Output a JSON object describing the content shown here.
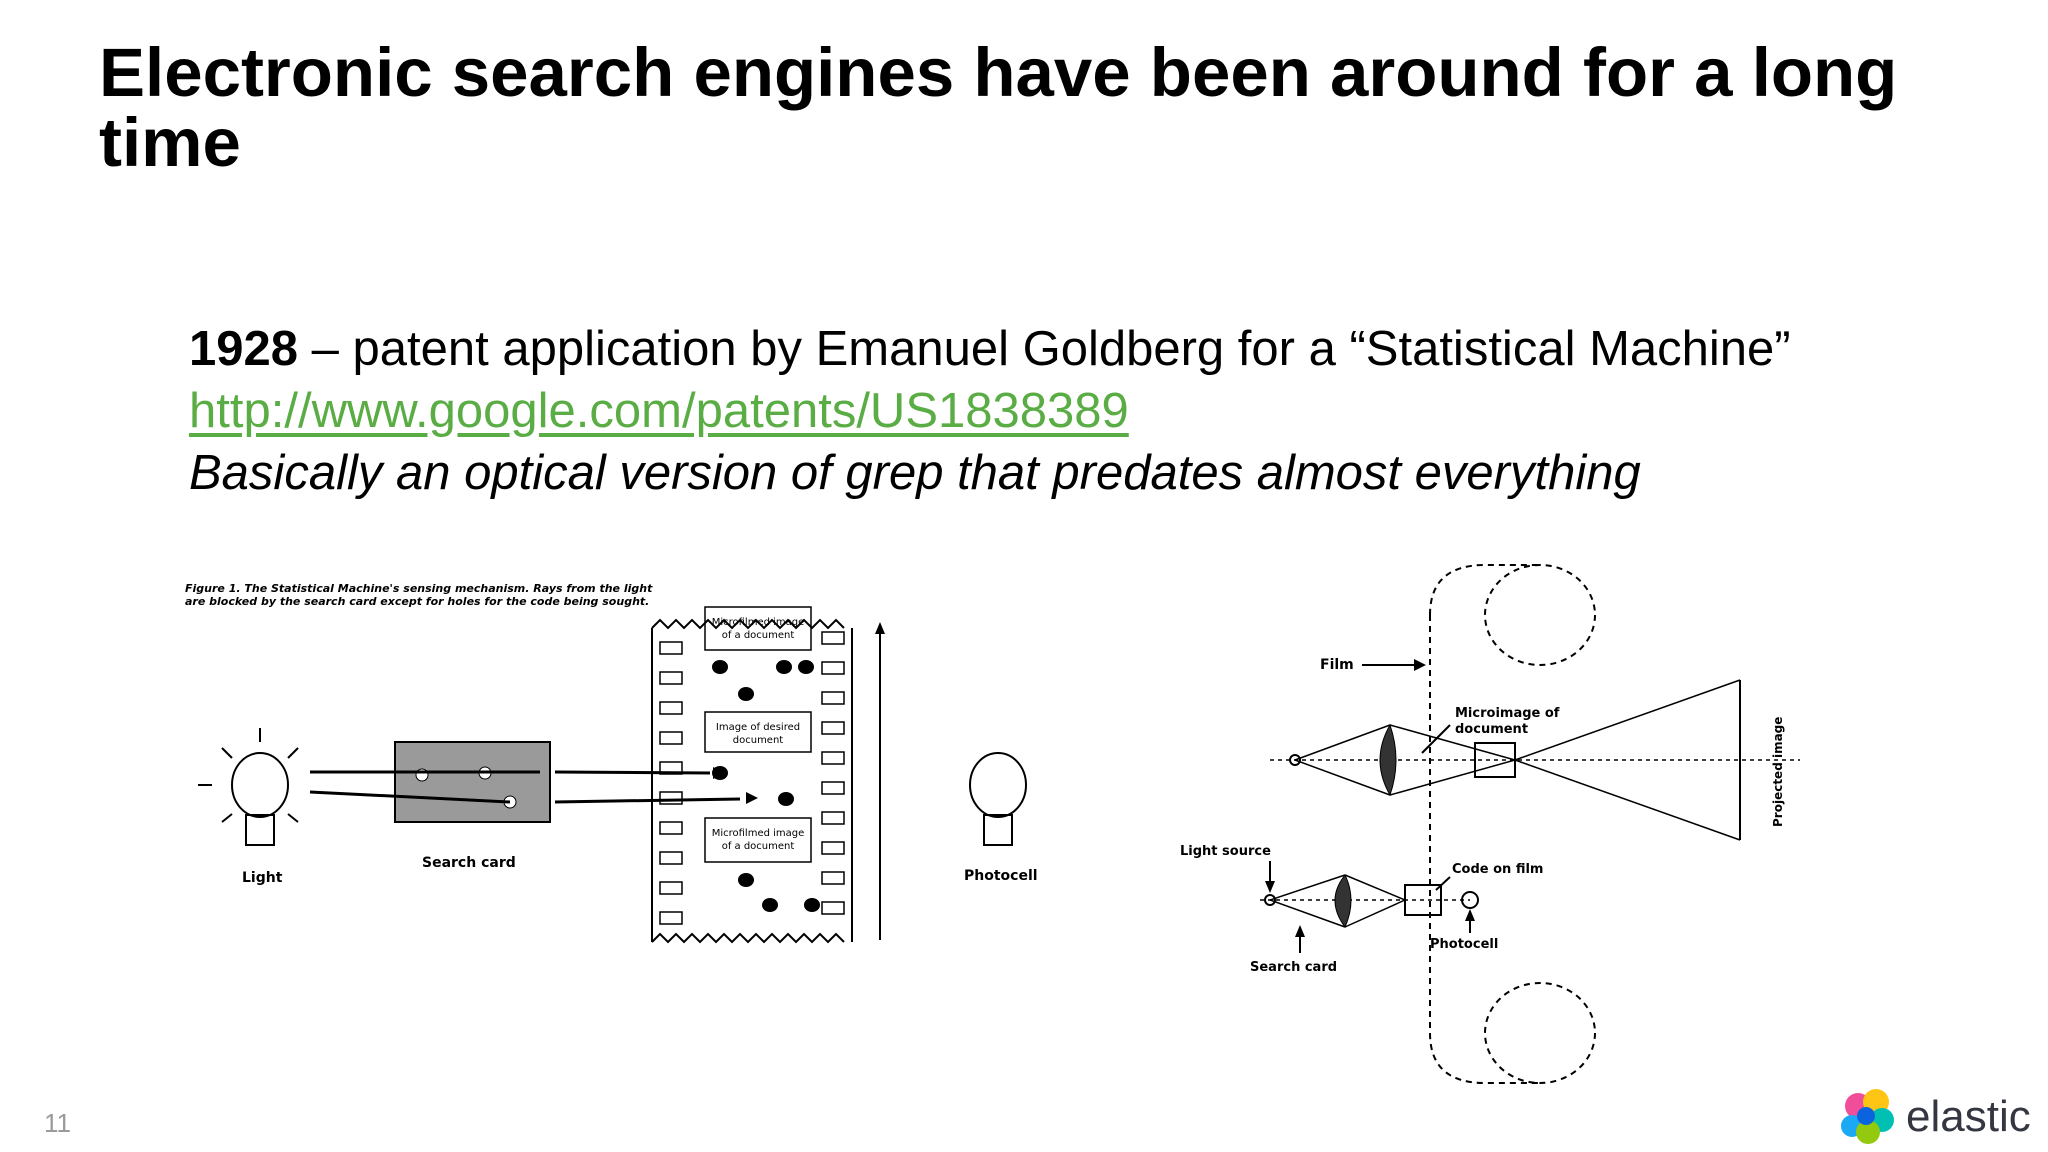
{
  "slide": {
    "title": "Electronic search engines have been around for a long time",
    "year": "1928",
    "line1_rest": " – patent application by Emanuel Goldberg for a “Statistical Machine”",
    "link": "http://www.google.com/patents/US1838389",
    "note": "Basically an optical version of grep that predates almost everything",
    "page_number": "11",
    "brand": "elastic"
  },
  "figure1": {
    "caption_line1": "Figure 1. The Statistical Machine's sensing mechanism. Rays from the light",
    "caption_line2": "are blocked by the search card except for holes for the code being sought.",
    "label_microfilm_top": [
      "Microfilmed image",
      "of a document"
    ],
    "label_desired": [
      "Image of desired",
      "document"
    ],
    "label_microfilm_bottom": [
      "Microfilmed image",
      "of a document"
    ],
    "label_light": "Light",
    "label_search_card": "Search card",
    "label_photocell": "Photocell"
  },
  "figure2": {
    "label_film": "Film",
    "label_microimage": [
      "Microimage of",
      "document"
    ],
    "label_projected": "Projected image",
    "label_light_source": "Light source",
    "label_code_on_film": "Code on film",
    "label_photocell": "Photocell",
    "label_search_card": "Search card"
  },
  "colors": {
    "link": "#5aac44",
    "brand_text": "#343741",
    "page_number": "#9a9a9a"
  }
}
